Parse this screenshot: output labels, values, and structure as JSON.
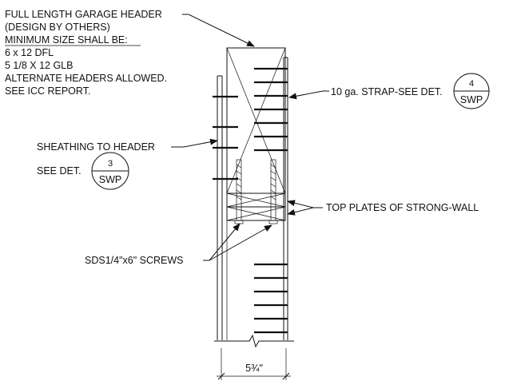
{
  "header_note": {
    "lines": [
      "FULL LENGTH GARAGE HEADER",
      "(DESIGN BY OTHERS)",
      "MINIMUM SIZE SHALL BE:",
      "6 x 12 DFL",
      "5 1/8 X 12 GLB",
      "ALTERNATE HEADERS ALLOWED.",
      "SEE ICC REPORT."
    ]
  },
  "strap_note": {
    "text": "10 ga. STRAP-SEE DET.",
    "detail_number": "4",
    "detail_sheet": "SWP"
  },
  "sheathing_note": {
    "text": "SHEATHING TO HEADER"
  },
  "see_detail_note": {
    "text": "SEE DET.",
    "detail_number": "3",
    "detail_sheet": "SWP"
  },
  "top_plates_note": {
    "text": "TOP PLATES OF STRONG-WALL"
  },
  "screws_note": {
    "text": "SDS1/4\"x6\" SCREWS"
  },
  "dimension": {
    "text": "5¾\""
  }
}
